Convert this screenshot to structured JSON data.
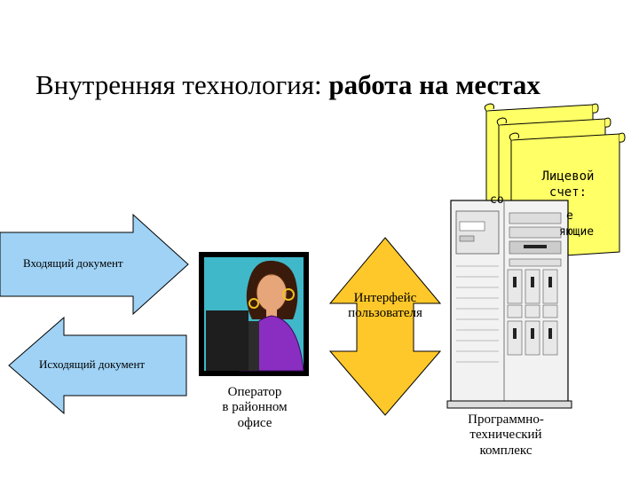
{
  "title": {
    "normal": "Внутренняя технология: ",
    "bold": "работа на местах"
  },
  "arrows": {
    "incoming": "Входящий документ",
    "outgoing": "Исходящий документ"
  },
  "interface": {
    "line1": "Интерфейс",
    "line2": "пользователя"
  },
  "operator": {
    "line1": "Оператор",
    "line2": "в районном",
    "line3": "офисе"
  },
  "complex": {
    "line1": "Программно-",
    "line2": "технический",
    "line3": "комплекс"
  },
  "scrolls": {
    "front_line1": "Лицевой",
    "front_line2": "счет:",
    "fragment_left": "со",
    "fragment_mid": "е",
    "fragment_right": "яющие"
  },
  "colors": {
    "arrow_blue": "#9fd2f5",
    "interface_yellow": "#ffc82a",
    "scroll_yellow": "#ffff66",
    "operator_bg": "#3fb8c9",
    "operator_shirt": "#8a2ec2"
  }
}
